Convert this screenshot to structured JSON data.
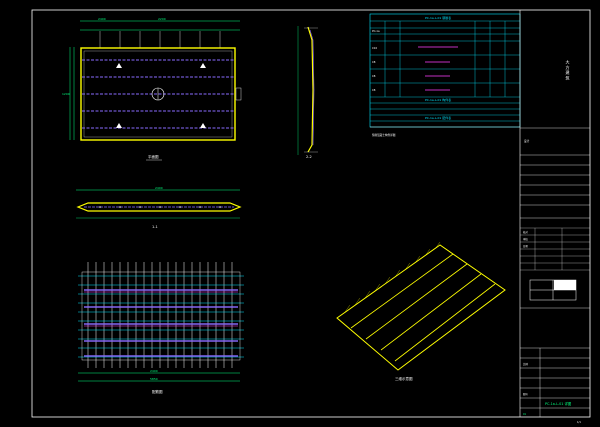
{
  "drawing": {
    "plan_view_label": "平面图",
    "elevation_section_label": "2-2",
    "section_1_label": "1-1",
    "rebar_view_label": "配筋图",
    "isometric_label": "三维示意图",
    "plan_dim_top": "2400",
    "plan_dim_top2": "2200",
    "plan_dim_left": "1200",
    "elev_dim": "2400",
    "rebar_dim_bottom": "2400",
    "rebar_dim_bottom2": "5850"
  },
  "schedule": {
    "table1_title": "PC-1a-L-01 钢筋表",
    "table2_title": "PC-1a-L-01 构件表",
    "table3_title": "PC-1a-L-01 配件表",
    "rows": [
      "PC-1a",
      "C10",
      "C8",
      "C8",
      "C8"
    ]
  },
  "title_block": {
    "company": "大 方 建 筑",
    "project_label": "预制混凝土构件详图",
    "designer_label": "设计",
    "checker_label": "校对",
    "approver_label": "审核",
    "date_label": "日期",
    "scale_label": "比例",
    "sheet_label": "图号",
    "drawing_name": "PC-1a-L-01 详图",
    "sheet_no": "01",
    "page": "1/1"
  },
  "colors": {
    "frame": "#ffffff",
    "dims": "#00ff7f",
    "slab": "#ffff00",
    "rebar_blue": "#6a6aff",
    "rebar_mag": "#ff40ff",
    "table_cyan": "#00e5ff"
  }
}
